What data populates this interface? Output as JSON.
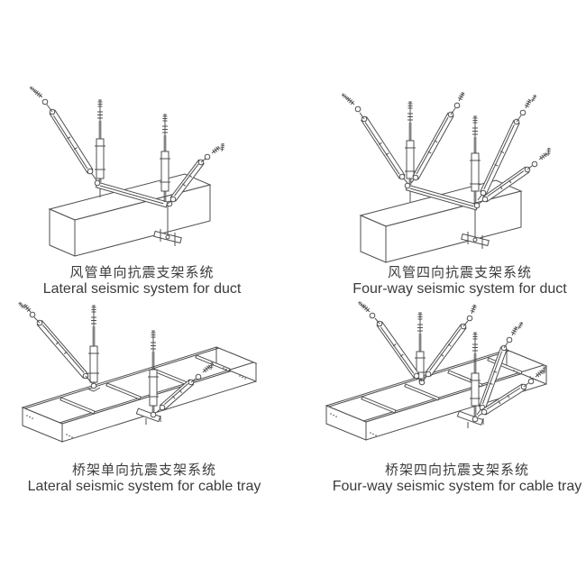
{
  "page": {
    "background": "#ffffff",
    "line_color": "#4f4f4f",
    "text_color": "#3b3b3b"
  },
  "figures": [
    {
      "id": "duct-lateral",
      "caption_zh": "风管单向抗震支架系统",
      "caption_en": "Lateral seismic system for duct"
    },
    {
      "id": "duct-four-way",
      "caption_zh": "风管四向抗震支架系统",
      "caption_en": "Four-way seismic system for duct"
    },
    {
      "id": "cable-tray-lateral",
      "caption_zh": "桥架单向抗震支架系统",
      "caption_en": "Lateral seismic system for cable tray"
    },
    {
      "id": "cable-tray-four-way",
      "caption_zh": "桥架四向抗震支架系统",
      "caption_en": "Four-way seismic system for cable tray"
    }
  ]
}
